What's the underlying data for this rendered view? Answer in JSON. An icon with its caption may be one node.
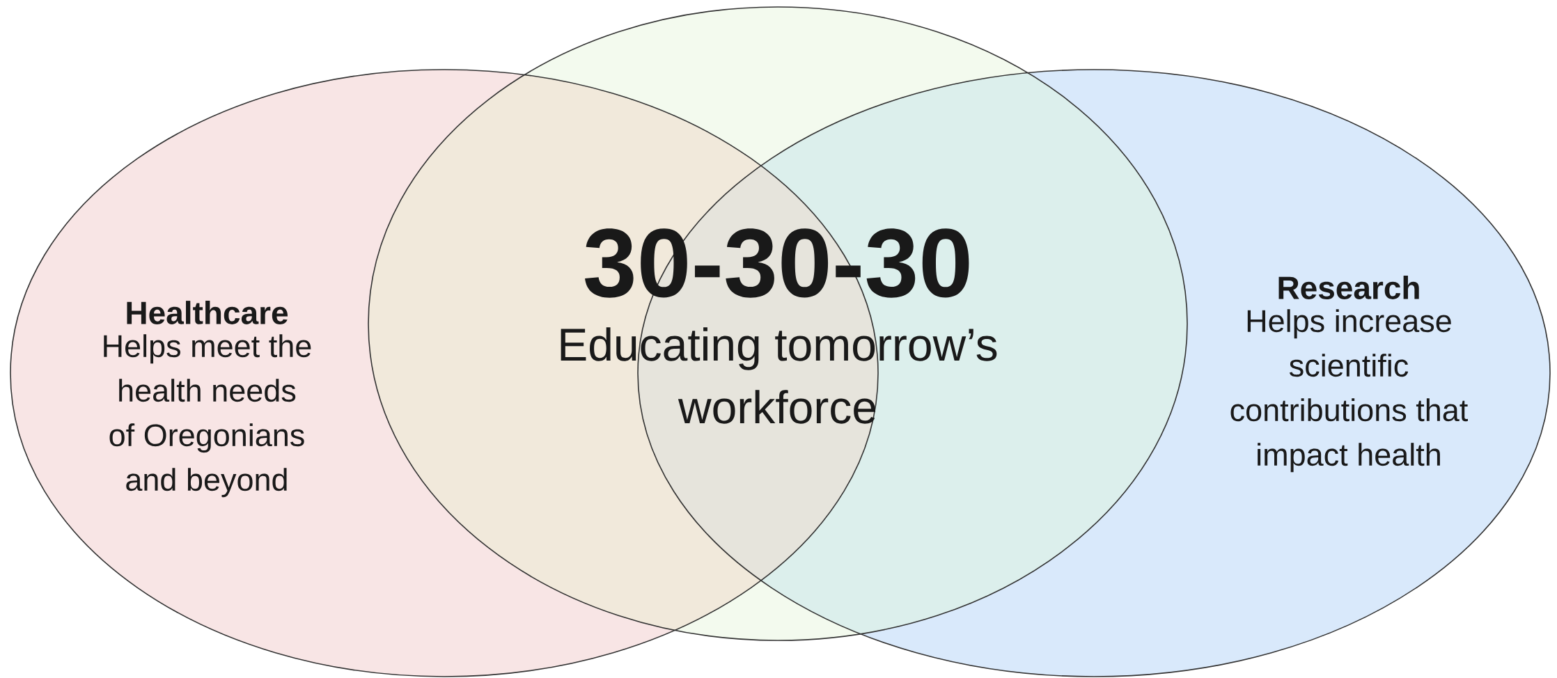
{
  "diagram": {
    "nodes": [
      {
        "text": [
          "Healthcare",
          "Helps meet the health needs of Oregonians and beyond"
        ]
      },
      {
        "text": [
          "30-30-30",
          "Educating tomorrow’s workforce"
        ]
      },
      {
        "text": [
          "Research",
          "Helps increase scientific contributions that impact health"
        ]
      }
    ]
  }
}
